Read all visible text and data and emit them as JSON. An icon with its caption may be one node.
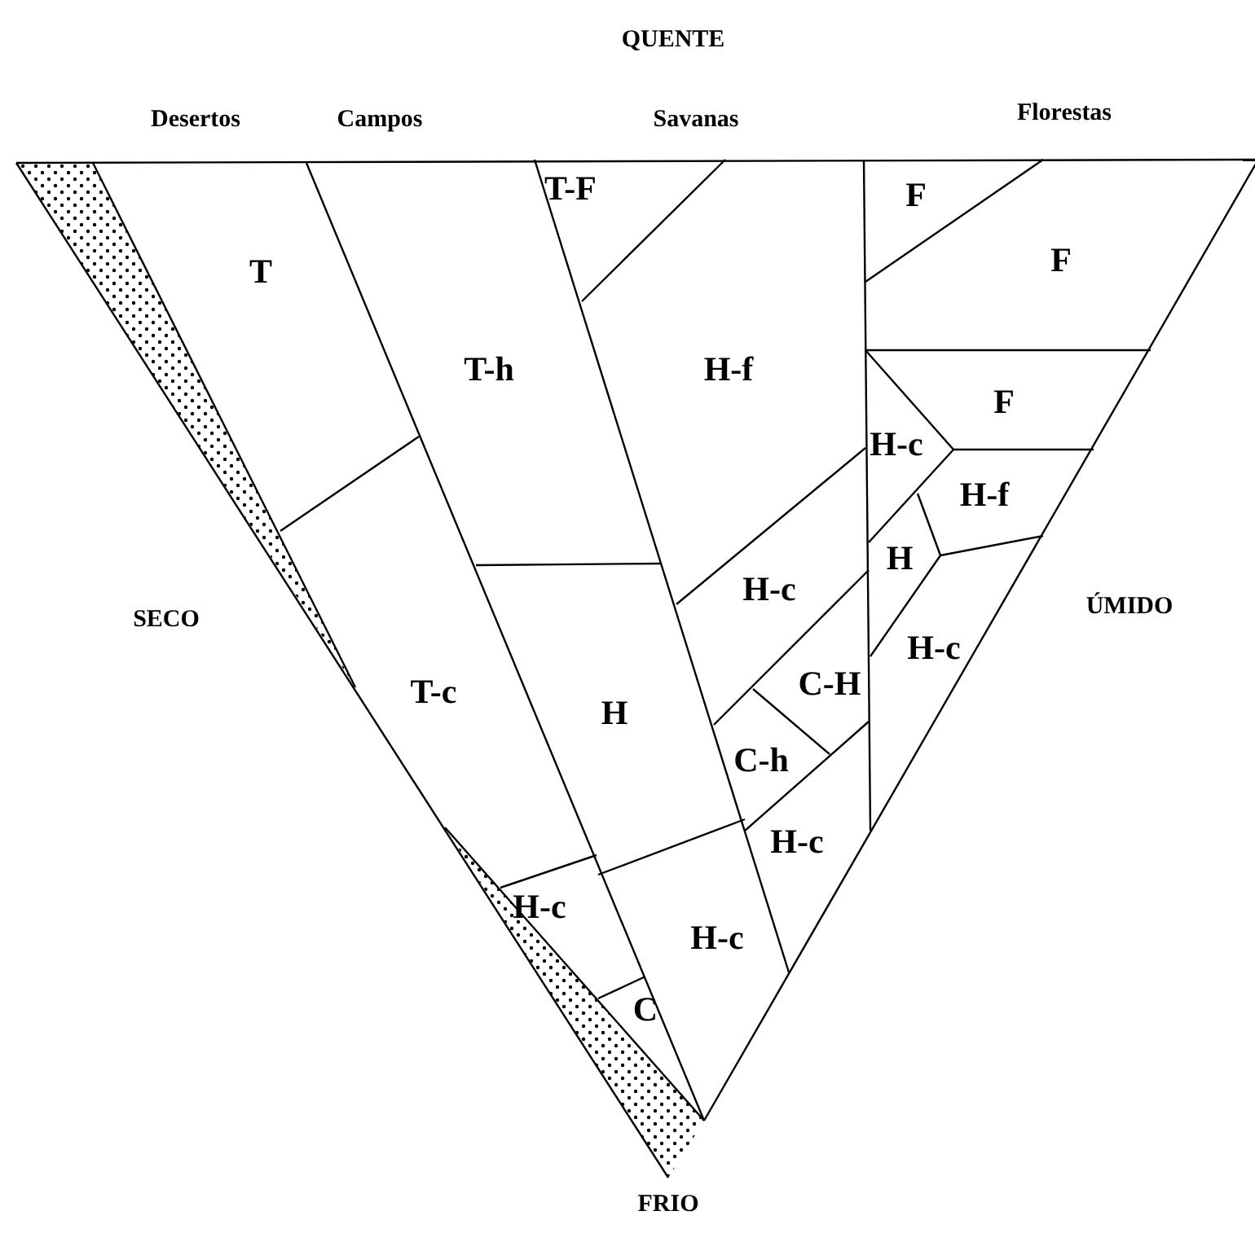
{
  "diagram": {
    "nodes": [
      {
        "text": [
          "T-F"
        ]
      },
      {
        "text": [
          "F"
        ]
      },
      {
        "text": [
          "F"
        ]
      },
      {
        "text": [
          "T"
        ]
      },
      {
        "text": [
          "T-h"
        ]
      },
      {
        "text": [
          "H-f"
        ]
      },
      {
        "text": [
          "F"
        ]
      },
      {
        "text": [
          "H-c"
        ]
      },
      {
        "text": [
          "H-f"
        ]
      },
      {
        "text": [
          "H"
        ]
      },
      {
        "text": [
          "H-c"
        ]
      },
      {
        "text": [
          "H-c"
        ]
      },
      {
        "text": [
          "C-H"
        ]
      },
      {
        "text": [
          "T-c"
        ]
      },
      {
        "text": [
          "H"
        ]
      },
      {
        "text": [
          "C-h"
        ]
      },
      {
        "text": [
          "H-c"
        ]
      },
      {
        "text": [
          "H-c"
        ]
      },
      {
        "text": [
          "H-c"
        ]
      },
      {
        "text": [
          "C"
        ]
      }
    ],
    "edges": [],
    "labels": [
      "QUENTE",
      "Desertos",
      "Campos",
      "Savanas",
      "Florestas",
      "SECO",
      "ÚMIDO",
      "FRIO"
    ]
  }
}
